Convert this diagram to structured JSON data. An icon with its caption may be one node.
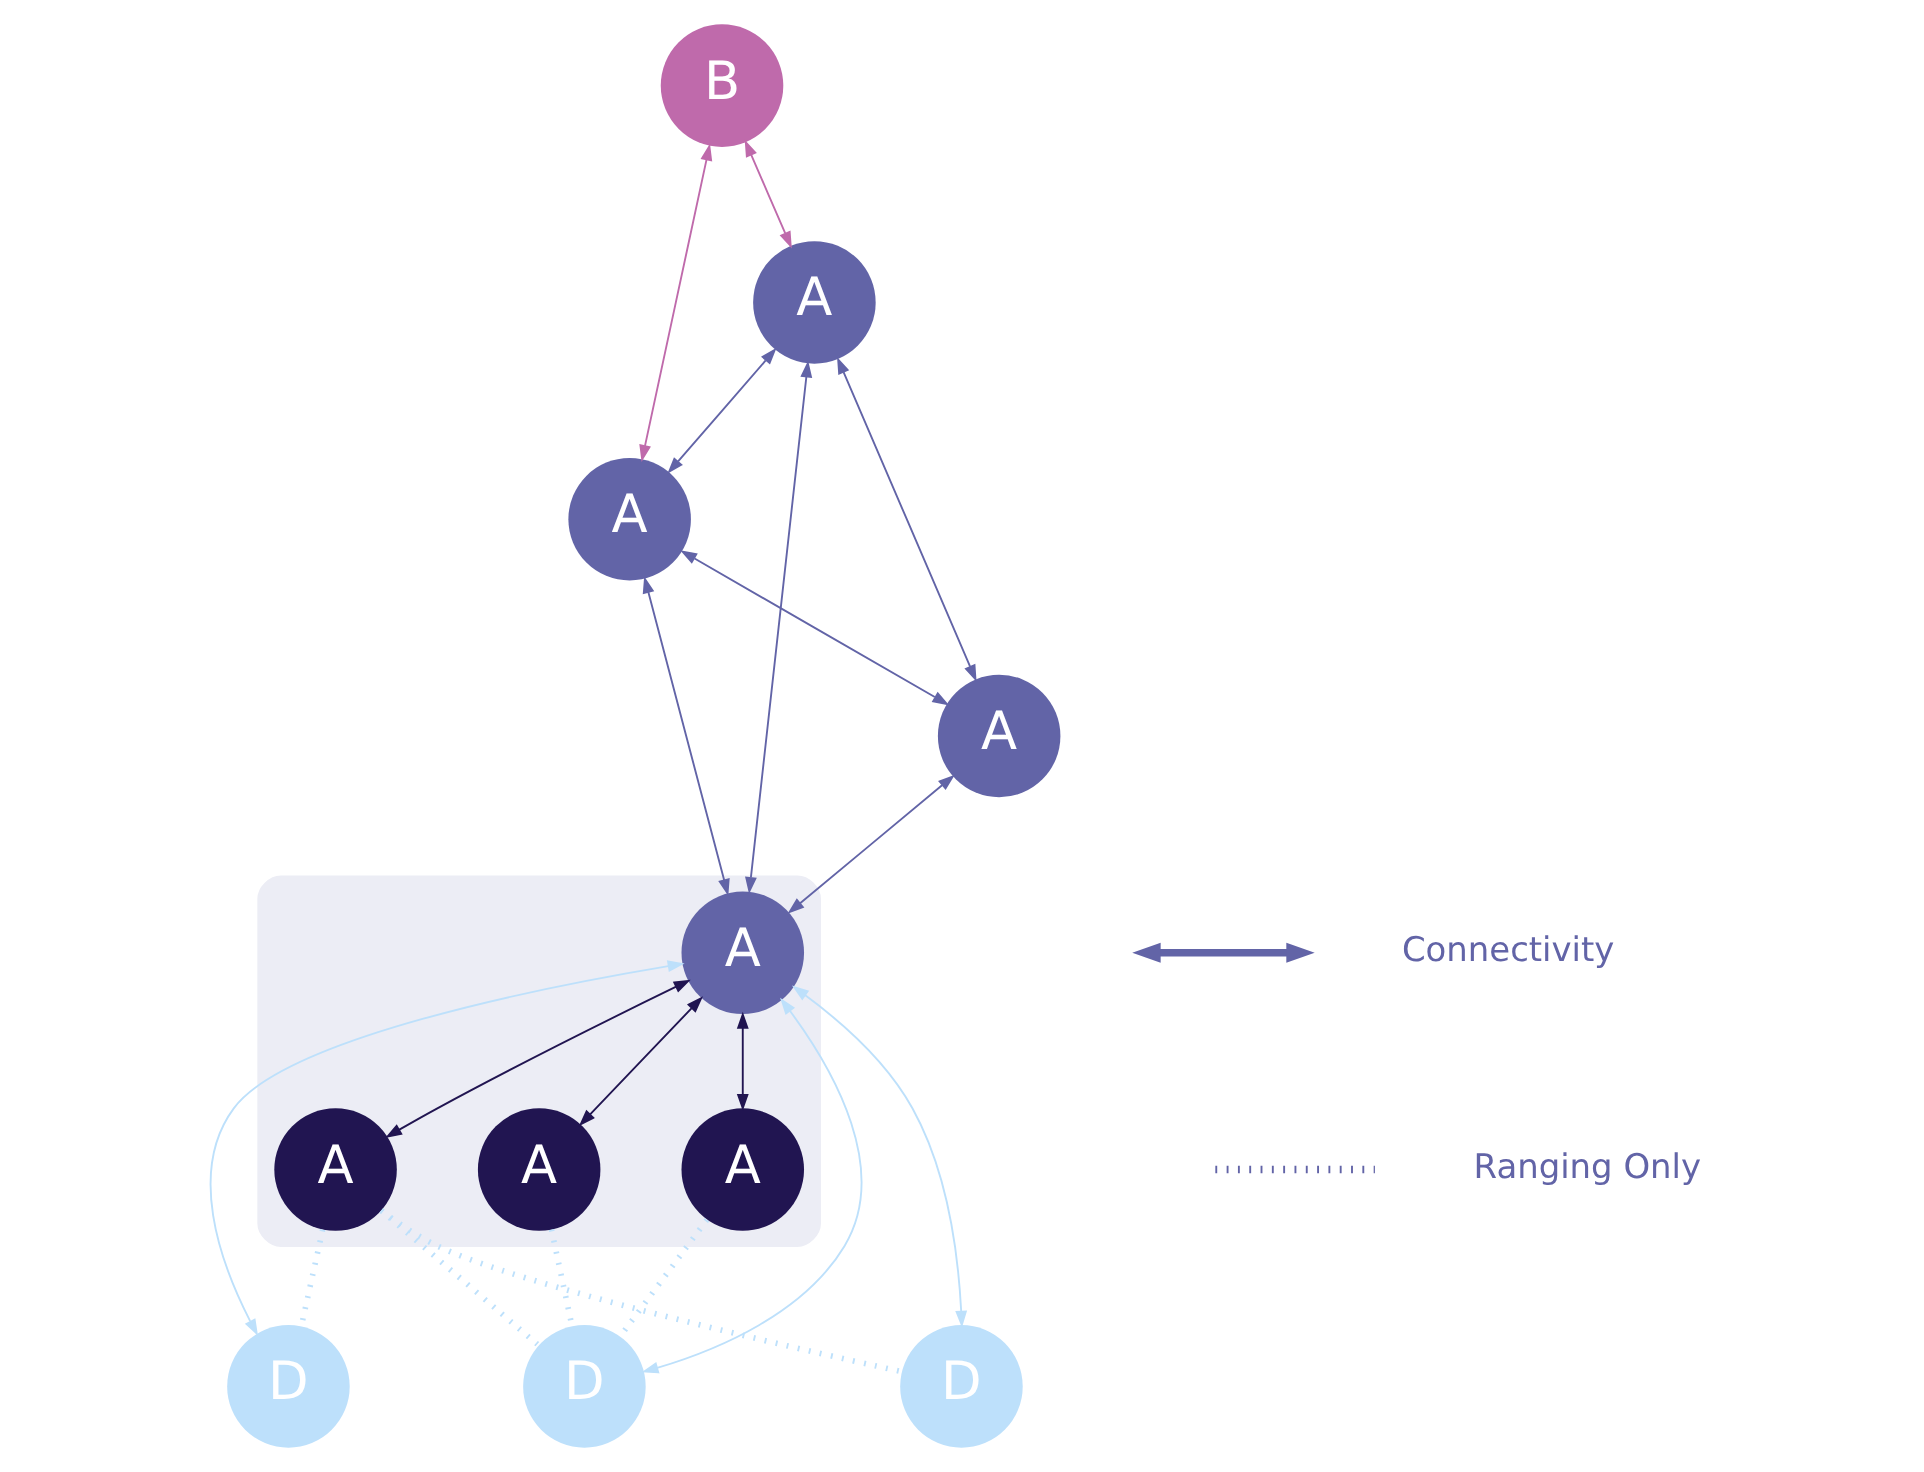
{
  "diagram": {
    "nodes": [
      {
        "text": [
          "B"
        ]
      },
      {
        "text": [
          "A"
        ]
      },
      {
        "text": [
          "A"
        ]
      },
      {
        "text": [
          "A"
        ]
      },
      {
        "text": [],
        "shape": "ellipse"
      },
      {
        "text": [
          "A"
        ],
        "in": 4
      },
      {
        "text": [
          "A"
        ],
        "in": 4
      },
      {
        "text": [
          "A"
        ],
        "in": 4
      },
      {
        "text": [
          "A"
        ],
        "in": 4
      },
      {
        "text": [
          "D"
        ]
      },
      {
        "text": [
          "D"
        ]
      },
      {
        "text": [
          "D"
        ]
      }
    ],
    "edges": [
      {
        "from": 0,
        "to": 1,
        "arrow": "both",
        "color": "#bf6aab"
      },
      {
        "from": 0,
        "to": 2,
        "arrow": "both",
        "color": "#bf6aab"
      },
      {
        "from": 1,
        "to": 2,
        "arrow": "both",
        "color": "#6264a7"
      },
      {
        "from": 1,
        "to": 3,
        "arrow": "both",
        "color": "#6264a7"
      },
      {
        "from": 1,
        "to": 5,
        "arrow": "both",
        "color": "#6264a7"
      },
      {
        "from": 2,
        "to": 5,
        "arrow": "both",
        "color": "#6264a7"
      },
      {
        "from": 2,
        "to": 3,
        "arrow": "both",
        "color": "#6264a7"
      },
      {
        "from": 3,
        "to": 5,
        "arrow": "both",
        "color": "#6264a7"
      },
      {
        "from": 5,
        "to": 6,
        "arrow": "both",
        "color": "#211551"
      },
      {
        "from": 5,
        "to": 7,
        "arrow": "both",
        "color": "#211551"
      },
      {
        "from": 5,
        "to": 8,
        "arrow": "both",
        "color": "#211551"
      },
      {
        "from": 5,
        "to": 9,
        "arrow": "both",
        "color": "#bde0fb"
      },
      {
        "from": 5,
        "to": 10,
        "arrow": "both",
        "color": "#bde0fb"
      },
      {
        "from": 5,
        "to": 11,
        "arrow": "both",
        "color": "#bde0fb"
      },
      {
        "from": 7,
        "to": 9,
        "arrow": "none",
        "style": "dashed",
        "color": "#bde0fb"
      },
      {
        "from": 7,
        "to": 10,
        "arrow": "none",
        "style": "dashed",
        "color": "#bde0fb"
      },
      {
        "from": 7,
        "to": 11,
        "arrow": "none",
        "style": "dashed",
        "color": "#bde0fb"
      },
      {
        "from": 6,
        "to": 9,
        "arrow": "none",
        "style": "dashed",
        "color": "#bde0fb"
      },
      {
        "from": 8,
        "to": 9,
        "arrow": "none",
        "style": "dashed",
        "color": "#bde0fb"
      }
    ],
    "legend": [
      {
        "text": "Connectivity"
      },
      {
        "text": "Ranging Only"
      }
    ]
  }
}
